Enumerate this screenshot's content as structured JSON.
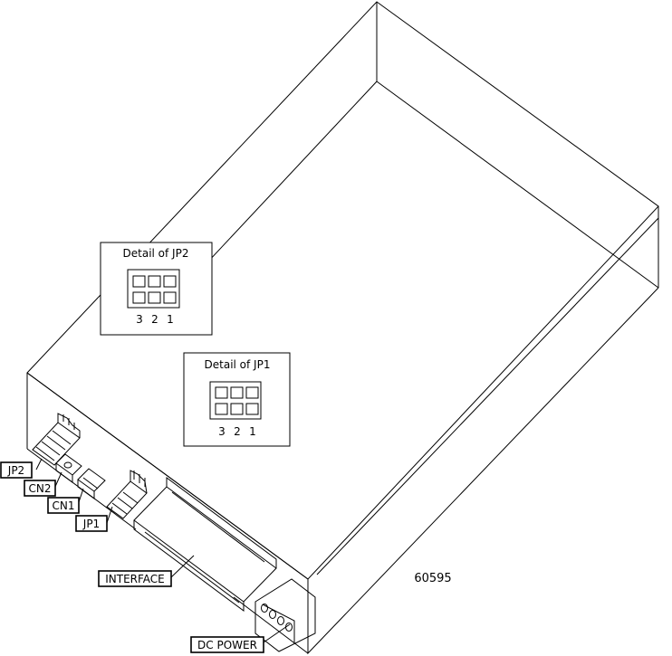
{
  "detail_jp2": {
    "title": "Detail of JP2",
    "pins": [
      "3",
      "2",
      "1"
    ]
  },
  "detail_jp1": {
    "title": "Detail of JP1",
    "pins": [
      "3",
      "2",
      "1"
    ]
  },
  "callouts": {
    "jp2": "JP2",
    "cn2": "CN2",
    "cn1": "CN1",
    "jp1": "JP1",
    "interface": "INTERFACE",
    "dc_power": "DC POWER"
  },
  "figure_number": "60595"
}
